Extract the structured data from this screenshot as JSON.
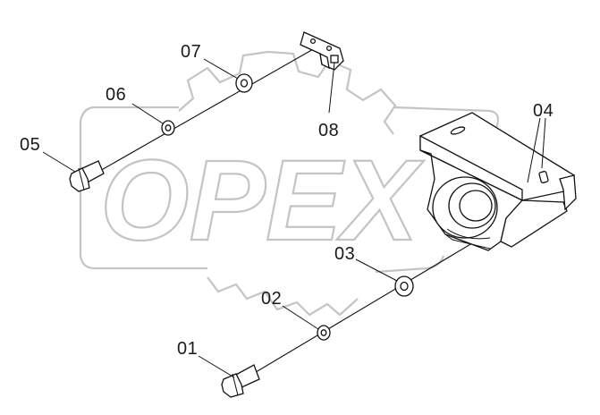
{
  "watermark": {
    "brand_text": "OPEX",
    "color": "#c4c4c4"
  },
  "callouts": [
    {
      "id": "01",
      "label": "01"
    },
    {
      "id": "02",
      "label": "02"
    },
    {
      "id": "03",
      "label": "03"
    },
    {
      "id": "04",
      "label": "04"
    },
    {
      "id": "05",
      "label": "05"
    },
    {
      "id": "06",
      "label": "06"
    },
    {
      "id": "07",
      "label": "07"
    },
    {
      "id": "08",
      "label": "08"
    }
  ],
  "colors": {
    "ink": "#111111",
    "background": "#ffffff"
  }
}
